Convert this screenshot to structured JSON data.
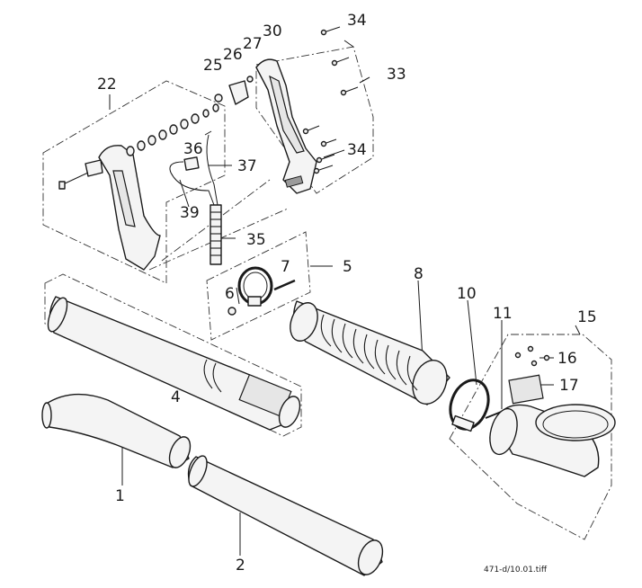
{
  "diagram": {
    "labels": [
      {
        "id": "1",
        "text": "1"
      },
      {
        "id": "2",
        "text": "2"
      },
      {
        "id": "4",
        "text": "4"
      },
      {
        "id": "5",
        "text": "5"
      },
      {
        "id": "6",
        "text": "6"
      },
      {
        "id": "7",
        "text": "7"
      },
      {
        "id": "8",
        "text": "8"
      },
      {
        "id": "10",
        "text": "10"
      },
      {
        "id": "11",
        "text": "11"
      },
      {
        "id": "15",
        "text": "15"
      },
      {
        "id": "16",
        "text": "16"
      },
      {
        "id": "17",
        "text": "17"
      },
      {
        "id": "22",
        "text": "22"
      },
      {
        "id": "25",
        "text": "25"
      },
      {
        "id": "26",
        "text": "26"
      },
      {
        "id": "27",
        "text": "27"
      },
      {
        "id": "30",
        "text": "30"
      },
      {
        "id": "33",
        "text": "33"
      },
      {
        "id": "34a",
        "text": "34"
      },
      {
        "id": "34b",
        "text": "34"
      },
      {
        "id": "35",
        "text": "35"
      },
      {
        "id": "36",
        "text": "36"
      },
      {
        "id": "37",
        "text": "37"
      },
      {
        "id": "39",
        "text": "39"
      }
    ],
    "filename": "471-d/10.01.tiff"
  }
}
